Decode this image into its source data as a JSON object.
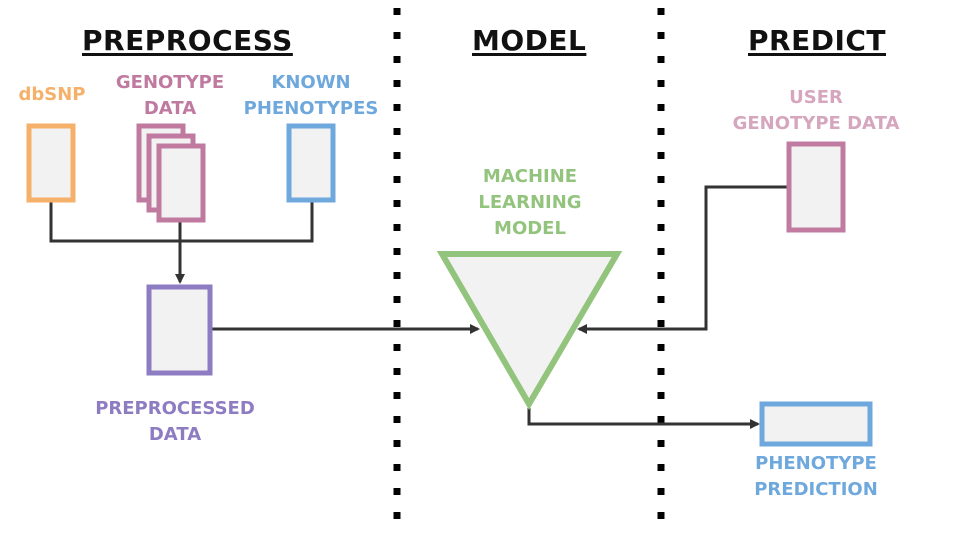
{
  "headings": {
    "preprocess": "PREPROCESS",
    "model": "MODEL",
    "predict": "PREDICT"
  },
  "labels": {
    "dbsnp": "dbSNP",
    "genotype_data": [
      "GENOTYPE",
      "DATA"
    ],
    "known_phenotypes": [
      "KNOWN",
      "PHENOTYPES"
    ],
    "preprocessed_data": [
      "PREPROCESSED",
      "DATA"
    ],
    "machine_learning_model": [
      "MACHINE",
      "LEARNING",
      "MODEL"
    ],
    "user_genotype_data": [
      "USER",
      "GENOTYPE DATA"
    ],
    "phenotype_prediction": [
      "PHENOTYPE",
      "PREDICTION"
    ]
  },
  "colors": {
    "dbsnp": "#f5b06a",
    "genotype": "#c07aa0",
    "phenotypes": "#6fa8dc",
    "preprocessed": "#8e7cc3",
    "model": "#93c47d",
    "user_genotype": "#d5a6bd",
    "user_genotype_box": "#c27ba0",
    "prediction": "#6fa8dc",
    "arrow": "#333333",
    "box_fill": "#f2f2f2"
  }
}
